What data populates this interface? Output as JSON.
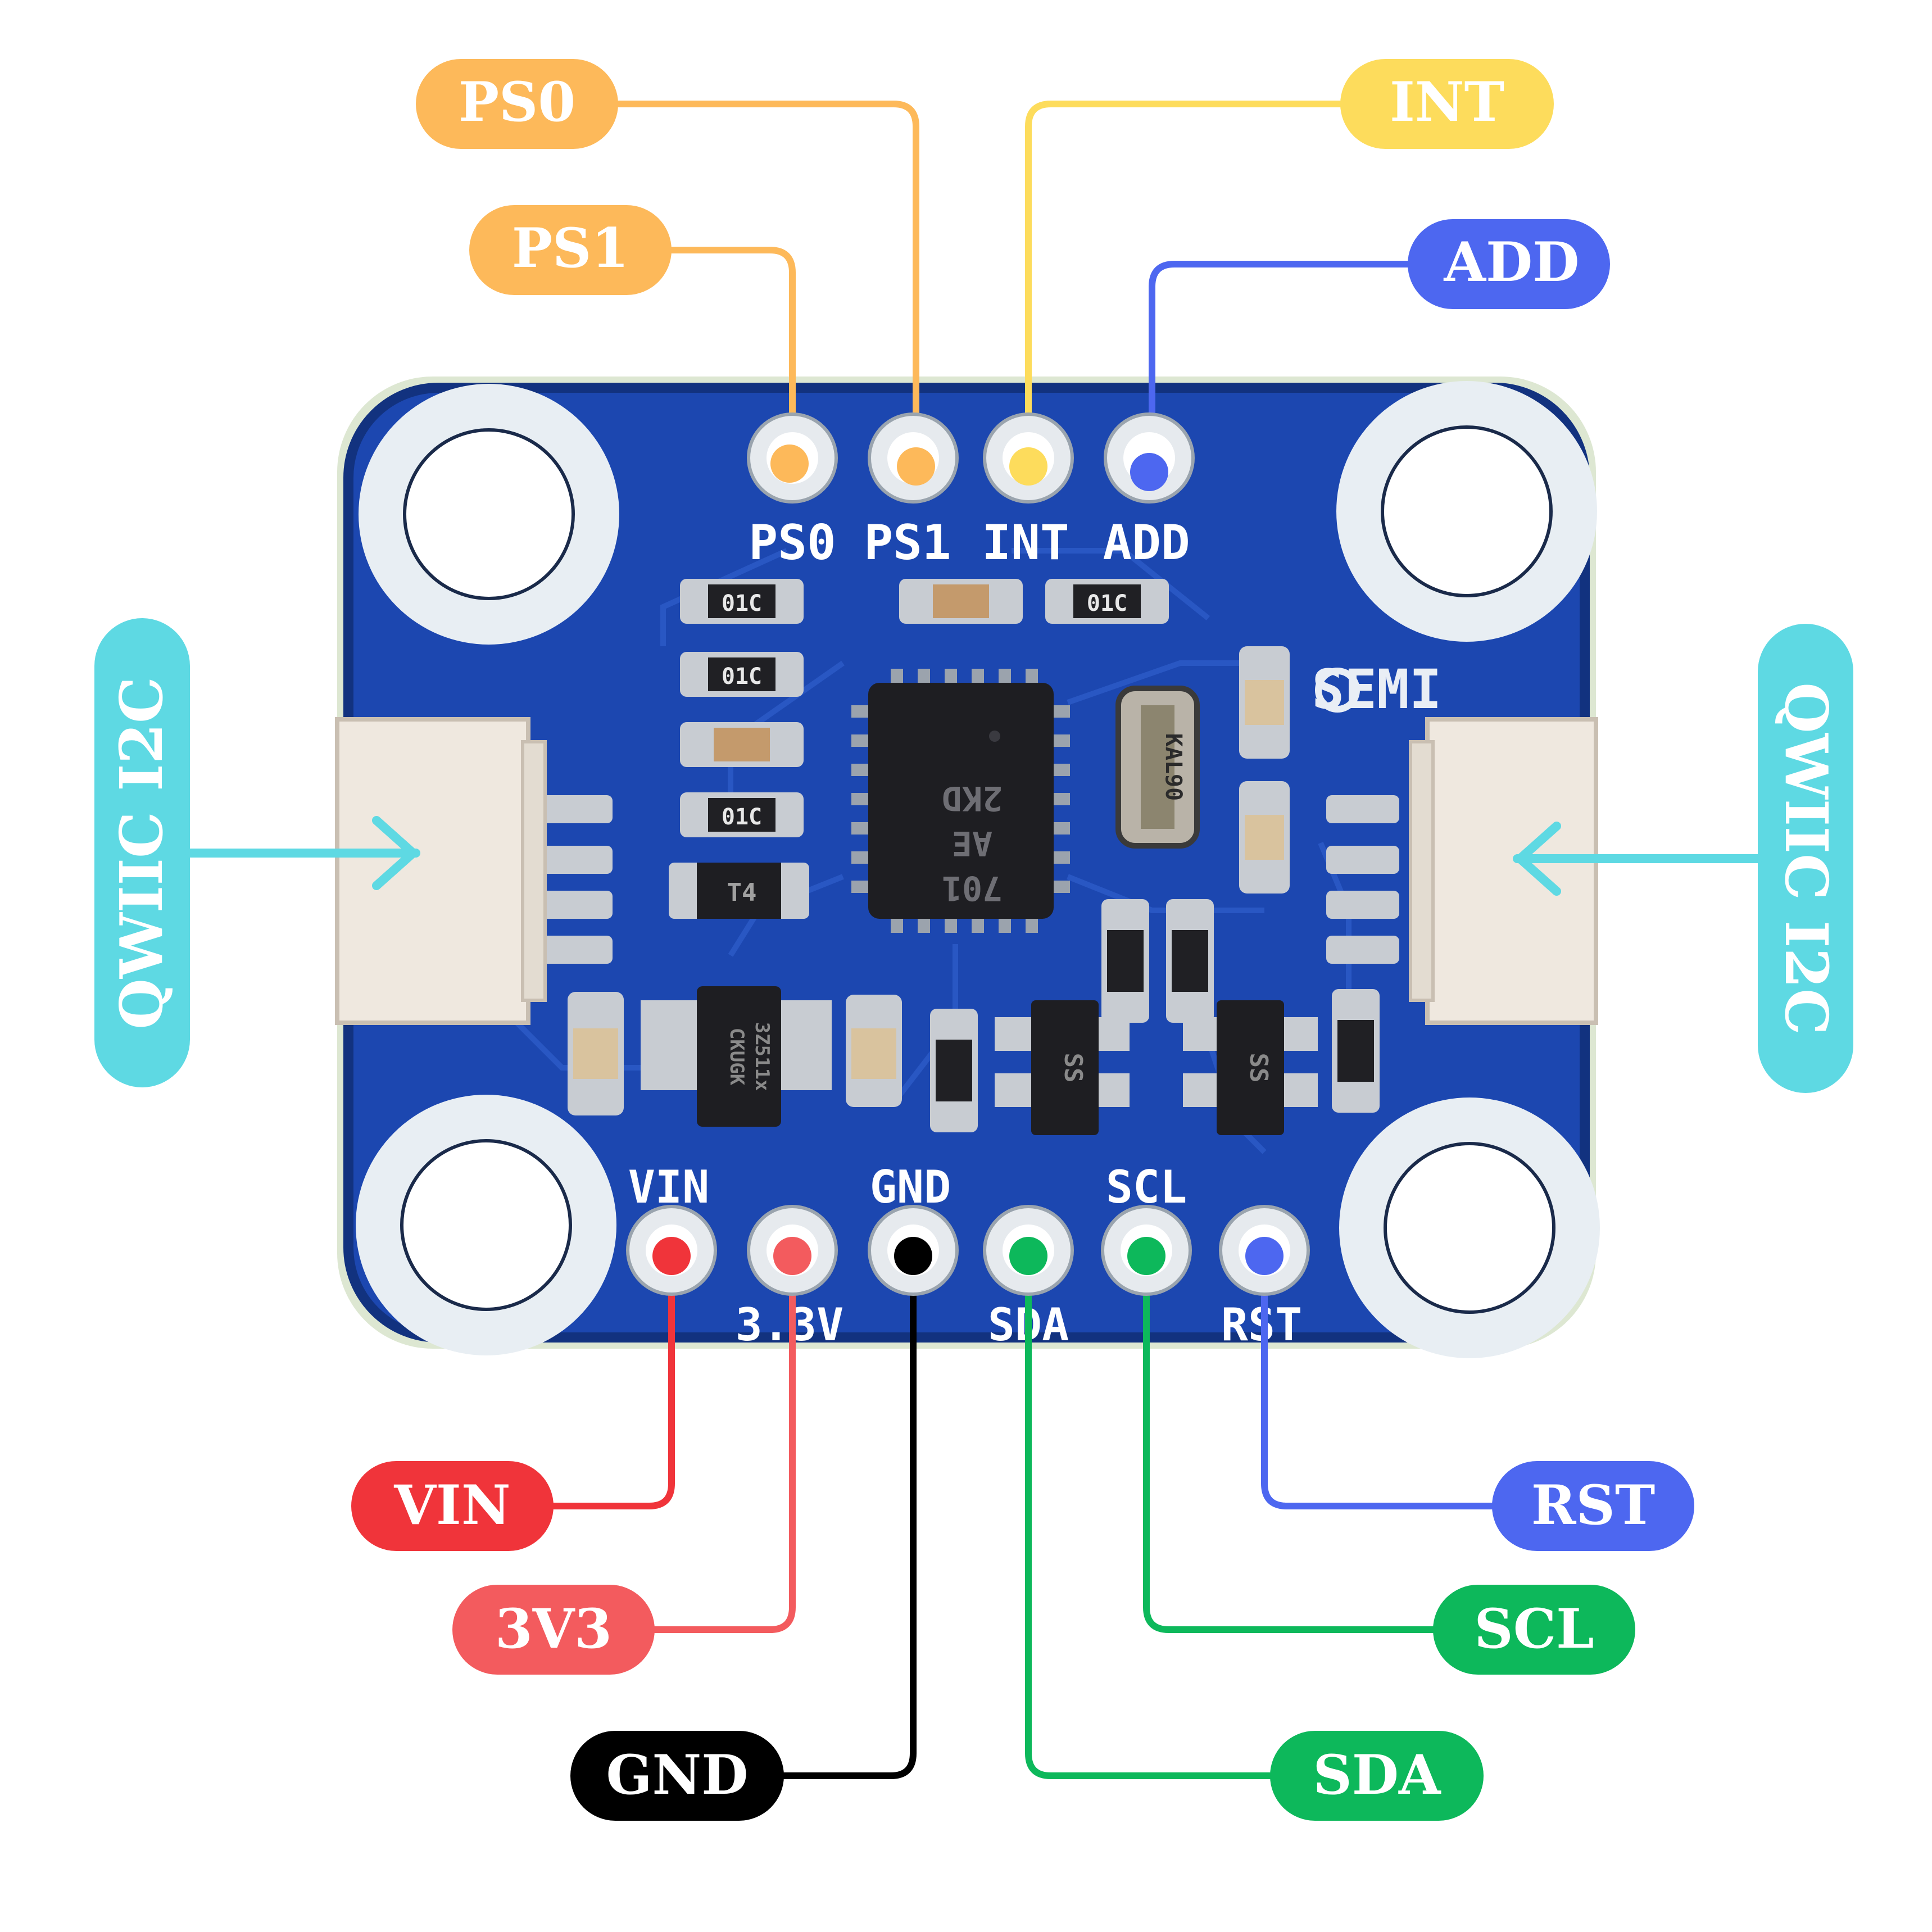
{
  "colors": {
    "ps": "#FDB95A",
    "int": "#FDDC5C",
    "add": "#4D67F0",
    "vin": "#F0343A",
    "v3": "#F35B5E",
    "gnd": "#000000",
    "sda": "#0DB85B",
    "scl": "#0DB85B",
    "rst": "#4D67F0",
    "qwiic": "#5ED9E3",
    "board": "#1C47B0",
    "board_dark": "#14358A"
  },
  "pins": {
    "ps0": {
      "label": "PS0",
      "color": "#FDB95A"
    },
    "ps1": {
      "label": "PS1",
      "color": "#FDB95A"
    },
    "int": {
      "label": "INT",
      "color": "#FDDC5C"
    },
    "add": {
      "label": "ADD",
      "color": "#4D67F0"
    },
    "vin": {
      "label": "VIN",
      "color": "#F0343A"
    },
    "v3v3": {
      "label": "3V3",
      "color": "#F35B5E"
    },
    "gnd": {
      "label": "GND",
      "color": "#000000"
    },
    "sda": {
      "label": "SDA",
      "color": "#0DB85B"
    },
    "scl": {
      "label": "SCL",
      "color": "#0DB85B"
    },
    "rst": {
      "label": "RST",
      "color": "#4D67F0"
    }
  },
  "qwiic": {
    "left": "QWIIC I2C",
    "right": "QWIIC I2C"
  },
  "board": {
    "silk_top": [
      "PS0",
      "PS1",
      "INT",
      "ADD"
    ],
    "silk_bottom_top": [
      "VIN",
      "GND",
      "SCL"
    ],
    "silk_bottom_bottom": [
      "3.3V",
      "SDA",
      "RST"
    ],
    "brand": "SEMI",
    "chip_marking": [
      "701",
      "AE",
      "2KD"
    ],
    "regulator_marking": [
      "CKUGK",
      "3Z511x"
    ],
    "diode_marking": "T4",
    "crystal_marking": "KAL90",
    "resistor_marking": "01C",
    "transistor_marking": "SS"
  }
}
